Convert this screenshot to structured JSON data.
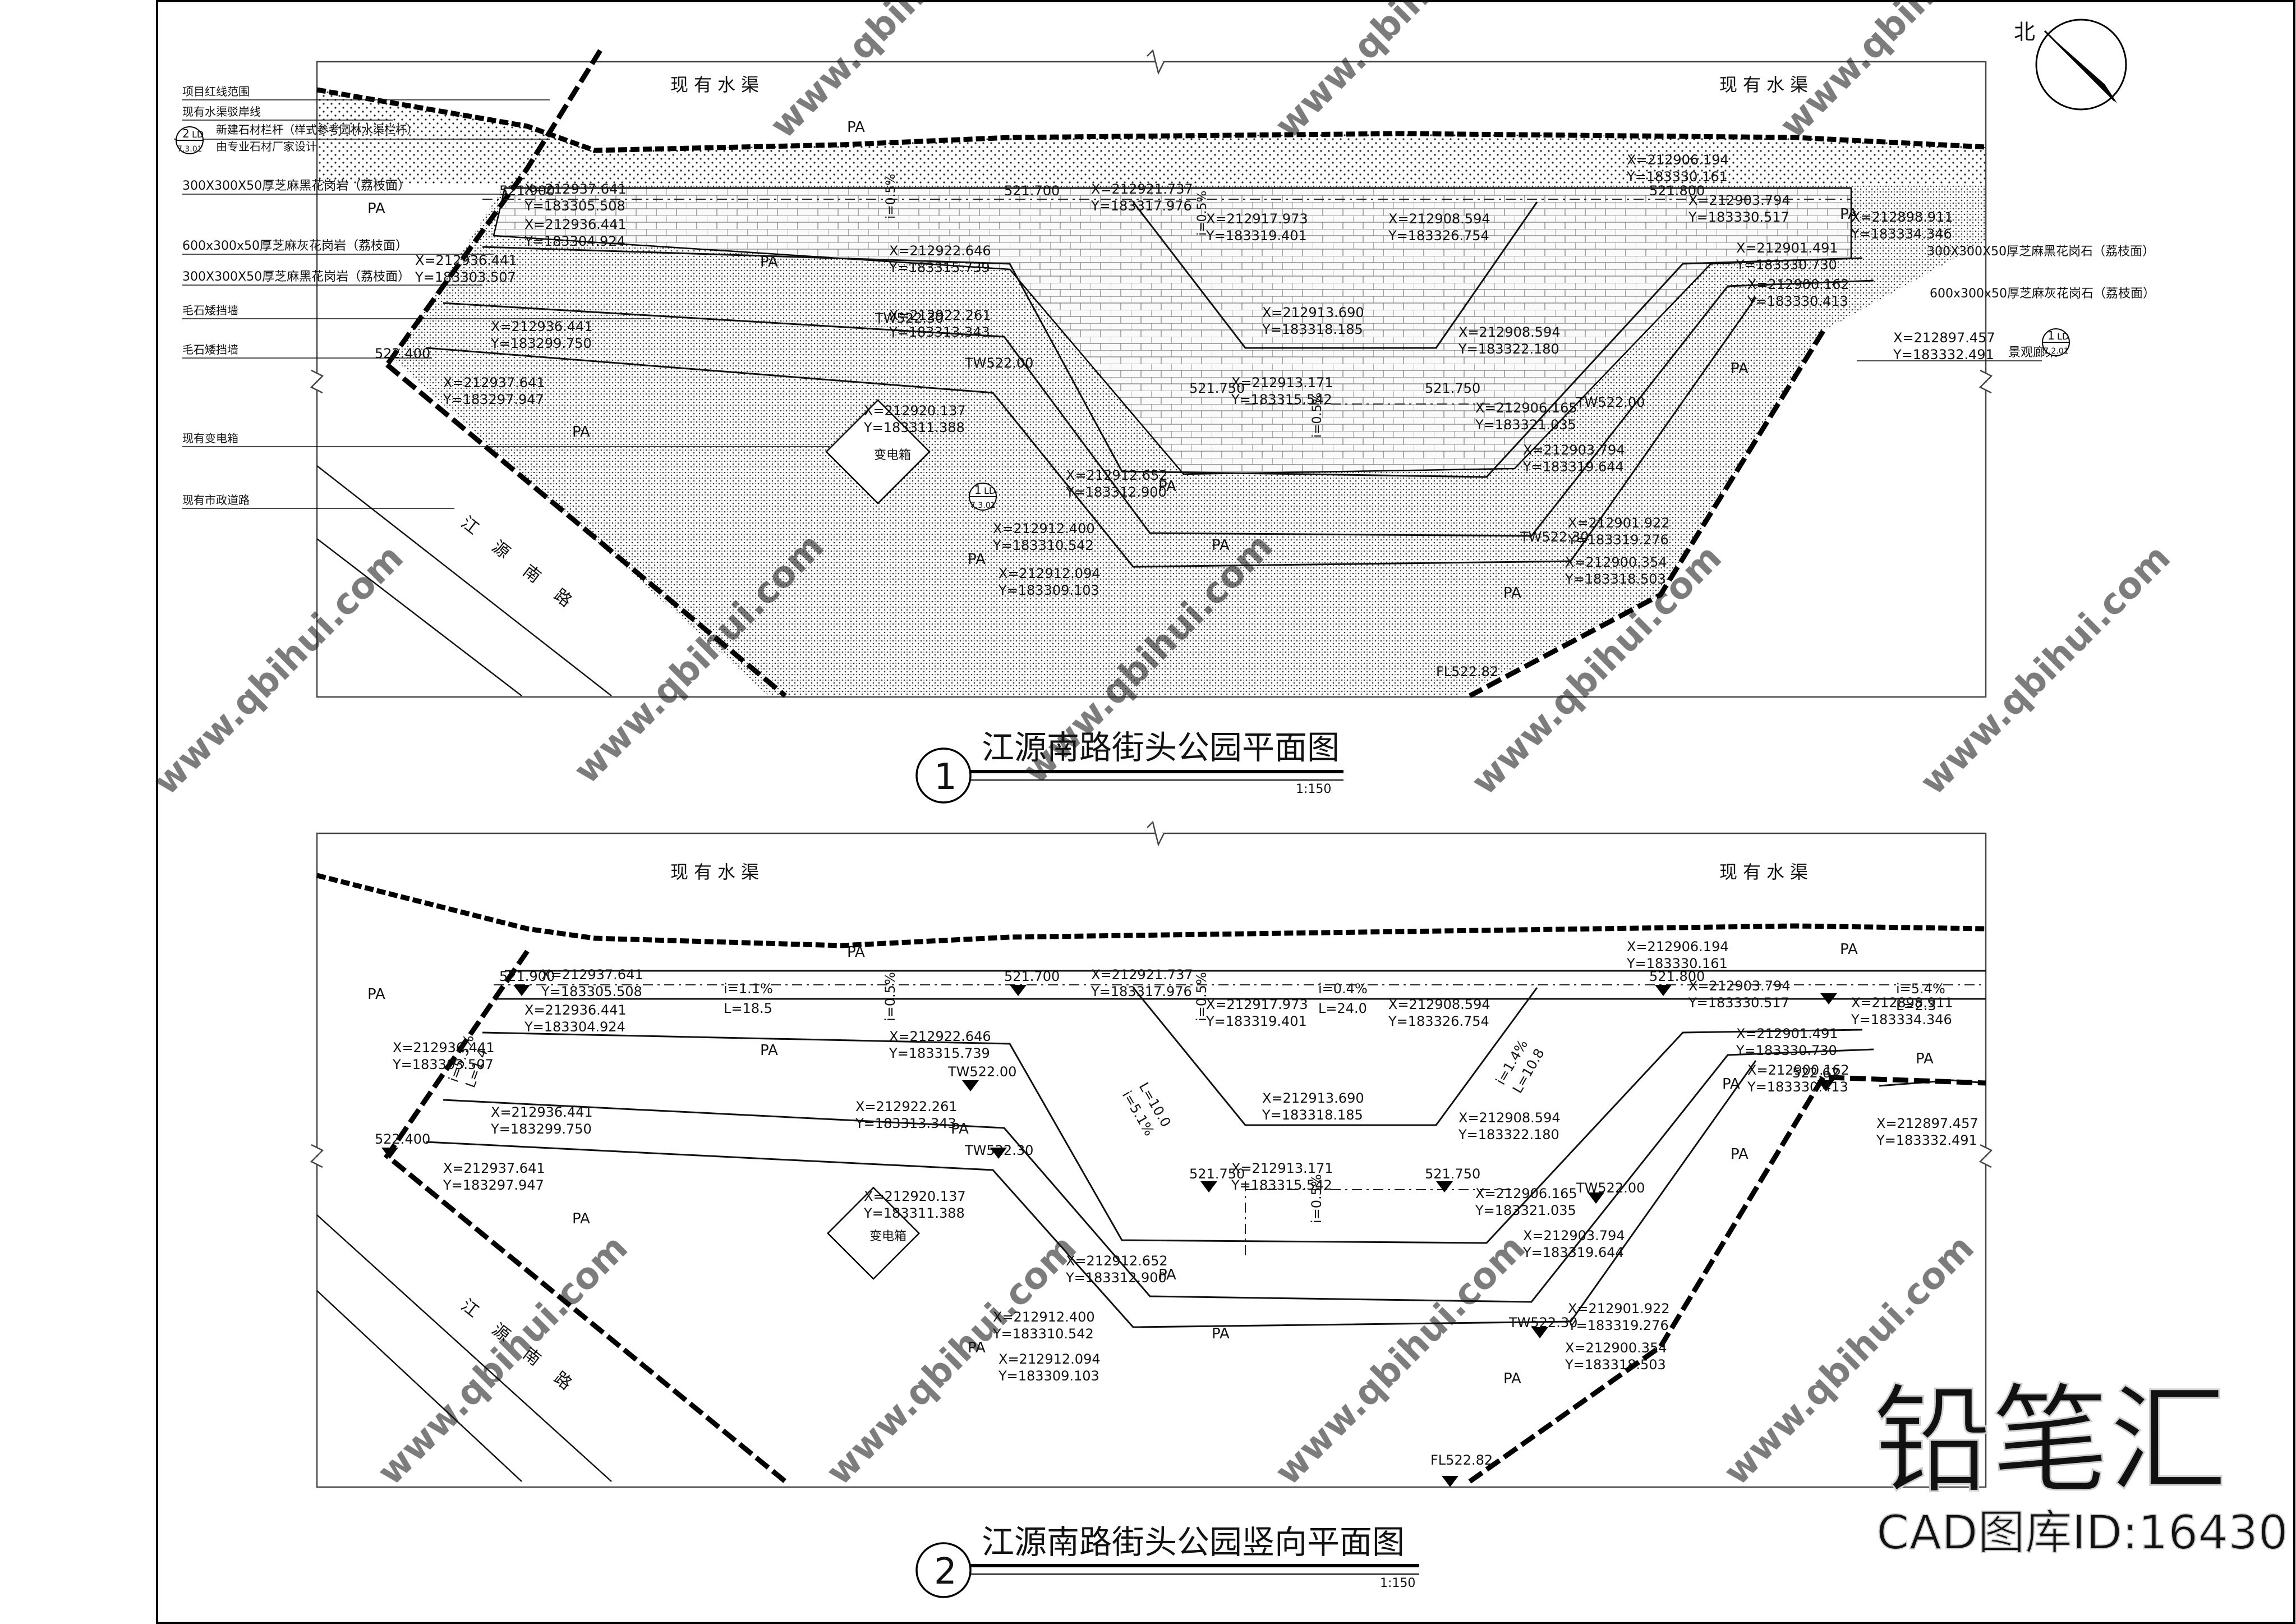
{
  "drawing1": {
    "title": "江源南路街头公园平面图",
    "number": "1",
    "scale": "1:150",
    "canal_label_left": "现有水渠",
    "canal_label_right": "现有水渠",
    "road_label": "江源南路",
    "transformer_label": "变电箱",
    "pa_label": "PA",
    "callouts_left": [
      "项目红线范围",
      "现有水渠驳岸线",
      "新建石材栏杆（样式参考园林水渠栏杆）",
      "由专业石材厂家设计",
      "300X300X50厚芝麻黑花岗岩（荔枝面）",
      "600x300x50厚芝麻灰花岗岩（荔枝面）",
      "300X300X50厚芝麻黑花岗岩（荔枝面）",
      "毛石矮挡墙",
      "毛石矮挡墙",
      "现有变电箱",
      "现有市政道路"
    ],
    "callouts_right": [
      "300X300X50厚芝麻黑花岗石（荔枝面）",
      "600x300x50厚芝麻灰花岗石（荔枝面）",
      "景观廊架"
    ],
    "detail_refs": [
      {
        "top": "2",
        "mid": "LD",
        "bottom": "7.3.01"
      },
      {
        "top": "1",
        "mid": "LD",
        "bottom": "7.2.01"
      },
      {
        "top": "1",
        "mid": "LD",
        "bottom": "7.3.01"
      }
    ],
    "elevations": [
      "521.900",
      "521.700",
      "522.400",
      "521.750",
      "521.750",
      "521.800",
      "TW522.00",
      "TW522.30",
      "TW522.00",
      "TW522.30",
      "FL522.82"
    ],
    "slopes": [
      "i=0.5%",
      "i=0.5%",
      "i=0.5%"
    ],
    "coords": [
      "X=212937.641",
      "Y=183305.508",
      "X=212936.441",
      "Y=183304.924",
      "X=212936.441",
      "Y=183303.507",
      "X=212936.441",
      "Y=183299.750",
      "X=212937.641",
      "Y=183297.947",
      "X=212921.737",
      "Y=183317.976",
      "X=212917.973",
      "Y=183319.401",
      "X=212908.594",
      "Y=183326.754",
      "X=212922.646",
      "Y=183315.739",
      "X=212922.261",
      "Y=183313.343",
      "X=212920.137",
      "Y=183311.388",
      "X=212913.690",
      "Y=183318.185",
      "X=212913.171",
      "Y=183315.542",
      "X=212908.594",
      "Y=183322.180",
      "X=212906.194",
      "Y=183330.161",
      "X=212903.794",
      "Y=183330.517",
      "X=212898.911",
      "Y=183334.346",
      "X=212901.491",
      "Y=183330.730",
      "X=212900.162",
      "Y=183330.413",
      "X=212897.457",
      "Y=183332.491",
      "X=212906.165",
      "Y=183321.035",
      "X=212903.794",
      "Y=183319.644",
      "X=212912.652",
      "Y=183312.900",
      "X=212912.400",
      "Y=183310.542",
      "X=212912.094",
      "Y=183309.103",
      "X=212901.922",
      "Y=183319.276",
      "X=212900.354",
      "Y=183318.503"
    ]
  },
  "drawing2": {
    "title": "江源南路街头公园竖向平面图",
    "number": "2",
    "scale": "1:150",
    "canal_label_left": "现有水渠",
    "canal_label_right": "现有水渠",
    "road_label": "江源南路",
    "transformer_label": "变电箱",
    "pa_label": "PA",
    "elevations": [
      "521.900",
      "521.700",
      "522.400",
      "521.750",
      "521.750",
      "521.800",
      "TW522.00",
      "TW522.30",
      "TW522.00",
      "TW522.30",
      "FL522.82",
      "522.62"
    ],
    "slopes": [
      "i=1.1%",
      "L=18.5",
      "i=0.4%",
      "L=24.0",
      "i=5.4%",
      "L=2.3",
      "i=0.5%",
      "i=0.5%",
      "i=0.5%",
      "i=5.1%",
      "L=10.0",
      "i=1.4%",
      "L=10.8",
      "i=5.3%",
      "L=1.4"
    ],
    "coords": [
      "X=212937.641",
      "Y=183305.508",
      "X=212936.441",
      "Y=183304.924",
      "X=212936.441",
      "Y=183303.507",
      "X=212936.441",
      "Y=183299.750",
      "X=212937.641",
      "Y=183297.947",
      "X=212921.737",
      "Y=183317.976",
      "X=212917.973",
      "Y=183319.401",
      "X=212908.594",
      "Y=183326.754",
      "X=212922.646",
      "Y=183315.739",
      "X=212922.261",
      "Y=183313.343",
      "X=212920.137",
      "Y=183311.388",
      "X=212913.690",
      "Y=183318.185",
      "X=212913.171",
      "Y=183315.542",
      "X=212908.594",
      "Y=183322.180",
      "X=212906.194",
      "Y=183330.161",
      "X=212903.794",
      "Y=183330.517",
      "X=212898.911",
      "Y=183334.346",
      "X=212901.491",
      "Y=183330.730",
      "X=212900.162",
      "Y=183330.413",
      "X=212897.457",
      "Y=183332.491",
      "X=212906.165",
      "Y=183321.035",
      "X=212903.794",
      "Y=183319.644",
      "X=212912.652",
      "Y=183312.900",
      "X=212912.400",
      "Y=183310.542",
      "X=212912.094",
      "Y=183309.103",
      "X=212901.922",
      "Y=183319.276",
      "X=212900.354",
      "Y=183318.503"
    ]
  },
  "north_label": "北",
  "watermark": {
    "url": "www.qbihui.com",
    "brand": "铅笔汇",
    "cad_id": "CAD图库ID:16430"
  }
}
